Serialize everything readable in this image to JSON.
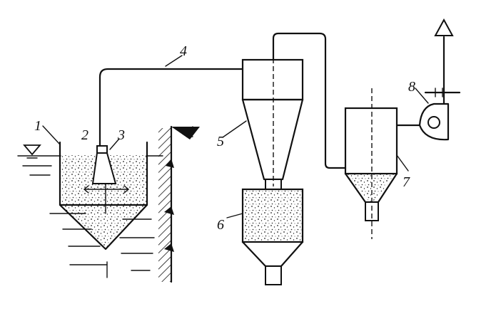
{
  "labels": {
    "l1": "1",
    "l2": "2",
    "l3": "3",
    "l4": "4",
    "l5": "5",
    "l6": "6",
    "l7": "7",
    "l8": "8"
  },
  "colors": {
    "line": "#111111",
    "background": "#ffffff"
  }
}
